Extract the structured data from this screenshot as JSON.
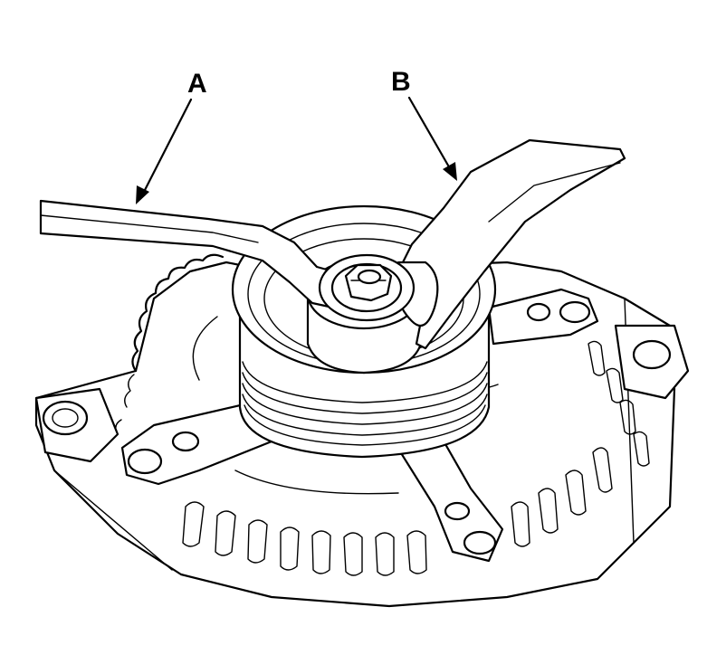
{
  "callouts": {
    "a": {
      "label": "A",
      "target": "wrench-a"
    },
    "b": {
      "label": "B",
      "target": "wrench-b"
    }
  },
  "colors": {
    "ink": "#000000",
    "paper": "#ffffff"
  }
}
